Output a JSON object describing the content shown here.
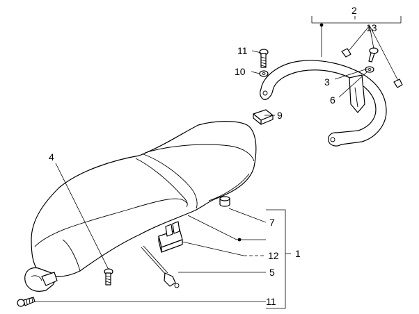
{
  "callouts": {
    "c1": "1",
    "c2": "2",
    "c3": "3",
    "c4": "4",
    "c5": "5",
    "c6": "6",
    "c7": "7",
    "c9": "9",
    "c10": "10",
    "c11_top": "11",
    "c11_bottom": "11",
    "c12": "12",
    "c13": "13"
  },
  "colors": {
    "line": "#000000",
    "background": "#ffffff"
  }
}
